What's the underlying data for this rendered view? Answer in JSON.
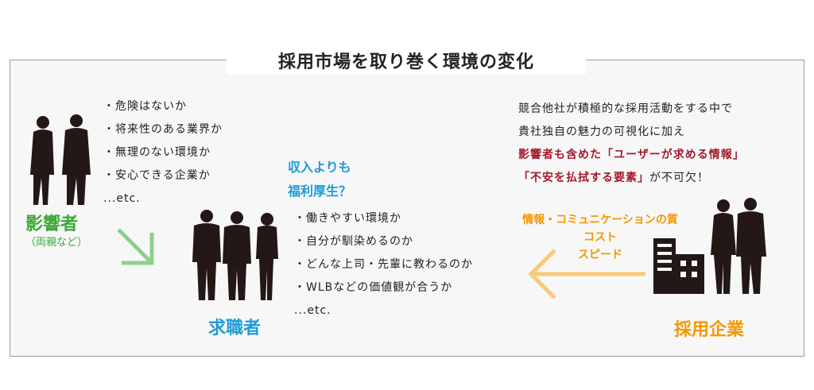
{
  "title": "採用市場を取り巻く環境の変化",
  "influencers": {
    "label": "影響者",
    "sublabel": "（両親など）",
    "items": [
      "・危険はないか",
      "・将来性のある業界か",
      "・無理のない環境か",
      "・安心できる企業か",
      "...etc."
    ]
  },
  "job_seekers": {
    "label": "求職者",
    "question": [
      "収入よりも",
      "福利厚生？"
    ],
    "items": [
      "・働きやすい環境か",
      "・自分が馴染めるのか",
      "・どんな上司・先輩に教わるのか",
      "・WLBなどの価値観が合うか",
      "...etc."
    ]
  },
  "employers": {
    "label": "採用企業",
    "offers": [
      "情報・コミュニケーションの質",
      "コスト",
      "スピード"
    ],
    "message": {
      "line1": "競合他社が積極的な採用活動をする中で",
      "line2": "貴社独自の魅力の可視化に加え",
      "line3": "影響者も含めた「ユーザーが求める情報」",
      "line4_red": "「不安を払拭する要素」",
      "line4_rest": "が不可欠！"
    }
  },
  "colors": {
    "green": "#3aa935",
    "blue": "#1e9bd7",
    "orange": "#f39800",
    "red": "#a31a2c",
    "arrow_green": "#8dd08f",
    "arrow_orange": "#f8c97a"
  }
}
